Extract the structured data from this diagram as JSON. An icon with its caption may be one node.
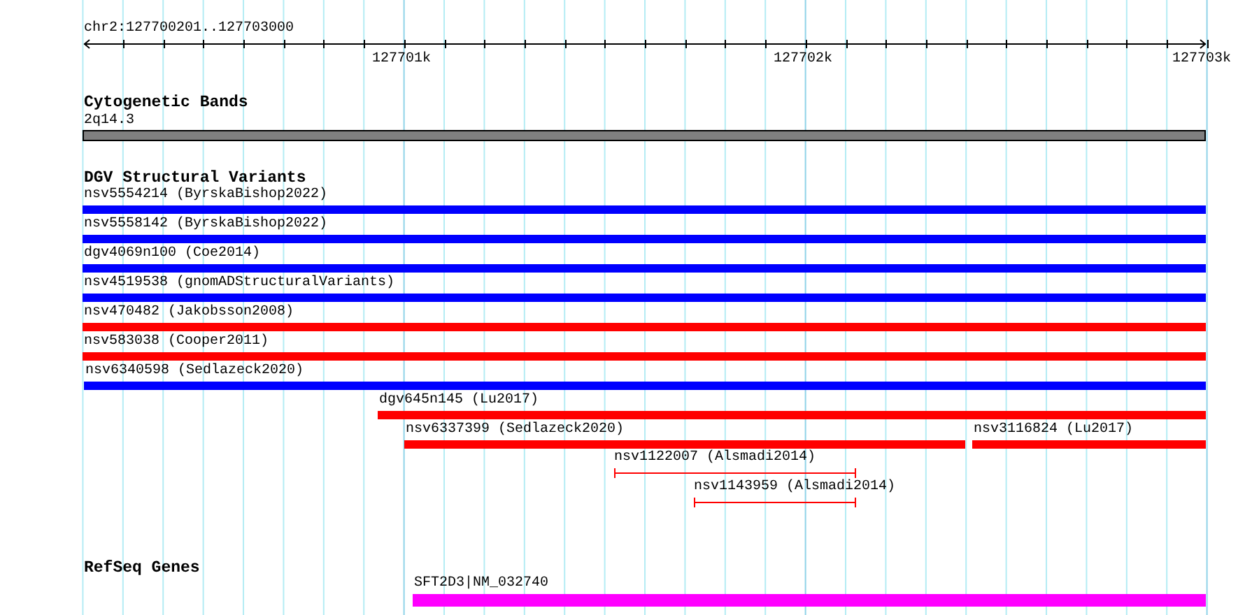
{
  "diagram": {
    "nodes": [
      {
        "text": [
          "2q14.3"
        ]
      },
      {
        "text": [
          "nsv5554214 (ByrskaBishop2022)"
        ]
      },
      {
        "text": [
          "nsv5558142 (ByrskaBishop2022)"
        ]
      },
      {
        "text": [
          "dgv4069n100 (Coe2014)"
        ]
      },
      {
        "text": [
          "nsv4519538 (gnomADStructuralVariants)"
        ]
      },
      {
        "text": [
          "nsv470482 (Jakobsson2008)"
        ]
      },
      {
        "text": [
          "nsv583038 (Cooper2011)"
        ]
      },
      {
        "text": [
          "nsv6340598 (Sedlazeck2020)"
        ]
      },
      {
        "text": [
          "dgv645n145 (Lu2017)"
        ]
      },
      {
        "text": [
          "nsv6337399 (Sedlazeck2020)"
        ]
      },
      {
        "text": [
          "nsv3116824 (Lu2017)"
        ]
      },
      {
        "text": [
          "nsv1122007 (Alsmadi2014)"
        ]
      },
      {
        "text": [
          "nsv1143959 (Alsmadi2014)"
        ]
      },
      {
        "text": [
          "SFT2D3|NM_032740"
        ]
      }
    ],
    "labels": [
      "chr2:127700201..127703000",
      "127701k",
      "127702k",
      "127703k",
      "Cytogenetic Bands",
      "DGV Structural Variants",
      "RefSeq Genes"
    ]
  }
}
